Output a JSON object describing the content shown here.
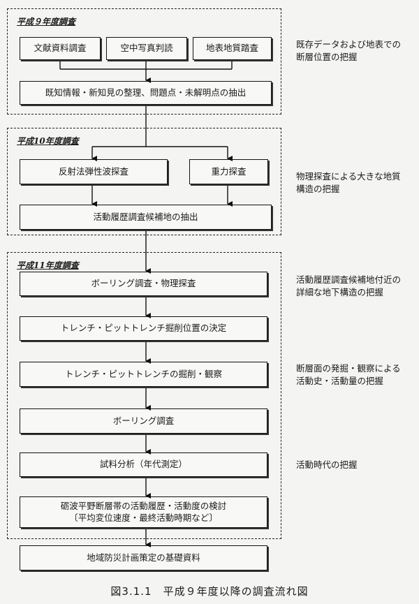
{
  "groups": {
    "h9": {
      "label": "平成９年度調査"
    },
    "h10": {
      "label": "平成10年度調査"
    },
    "h11": {
      "label": "平成11年度調査"
    }
  },
  "boxes": {
    "bunken": "文献資料調査",
    "kuuchuu": "空中写真判読",
    "chihyou": "地表地質踏査",
    "kichi": "既知情報・新知見の整理、問題点・未解明点の抽出",
    "hansha": "反射法弾性波探査",
    "juuryoku": "重力探査",
    "katsudou_kouho": "活動履歴調査候補地の抽出",
    "boring_butsuri": "ボーリング調査・物理探査",
    "trench_kettei": "トレンチ・ピットトレンチ掘削位置の決定",
    "trench_kansatsu": "トレンチ・ピットトレンチの掘削・観察",
    "boring": "ボーリング調査",
    "shiryou": "試料分析（年代測定）",
    "kentou_1": "砺波平野断層帯の活動履歴・活動度の検討",
    "kentou_2": "〔平均変位速度・最終活動時期など〕",
    "kiso": "地域防災計画策定の基礎資料"
  },
  "notes": {
    "n1_1": "既存データおよび地表での",
    "n1_2": "断層位置の把握",
    "n2_1": "物理探査による大きな地質",
    "n2_2": "構造の把握",
    "n3_1": "活動履歴調査候補地付近の",
    "n3_2": "詳細な地下構造の把握",
    "n4_1": "断層面の発掘・観察による",
    "n4_2": "活動史・活動量の把握",
    "n5_1": "活動時代の把握"
  },
  "caption": "図3.1.1　平成９年度以降の調査流れ図"
}
